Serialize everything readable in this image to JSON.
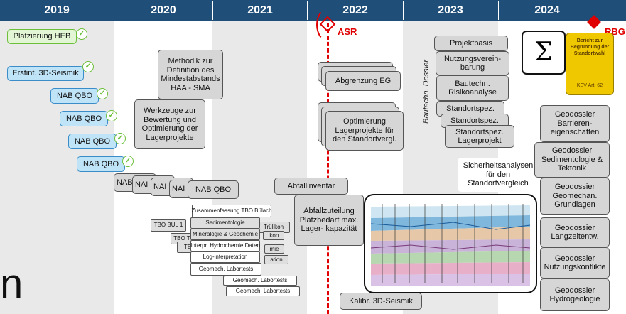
{
  "years": [
    "2019",
    "2020",
    "2021",
    "2022",
    "2023",
    "2024"
  ],
  "milestones": {
    "asr": "ASR",
    "rbg": "RBG"
  },
  "blue_boxes": [
    "Platzierung HEB",
    "Erstint. 3D-Seismik",
    "NAB QBO",
    "NAB QBO",
    "NAB QBO",
    "NAB QBO"
  ],
  "grey_stack_nab": [
    "NAB",
    "NAI",
    "NAI",
    "NAI",
    "NAB QBO"
  ],
  "methodik": "Methodik zur Definition des Mindestabstands HAA - SMA",
  "werkzeuge": "Werkzeuge zur Bewertung und Optimierung der Lagerprojekte",
  "abgrenzung": "Abgrenzung EG",
  "optimierung": "Optimierung Lagerprojekte für den Standortvergl.",
  "abfallinventar": "Abfallinventar",
  "abfallzuteilung": "Abfallzuteilung Platzbedarf max. Lager- kapazität",
  "kalibr": "Kalibr. 3D-Seismik",
  "bautechn_label": "Bautechn. Dossier",
  "bautechn_boxes": [
    "Projektbasis",
    "Nutzungsverein- barung",
    "Bautechn. Risikoanalyse",
    "Standortspez.",
    "Standortspez.",
    "Standortspez. Lagerprojekt"
  ],
  "sicherheit": "Sicherheitsanalysen für den Standortvergleich",
  "geodossiers": [
    "Geodossier Barrieren- eigenschaften",
    "Geodossier Sedimentologie & Tektonik",
    "Geodossier Geomechan. Grundlagen",
    "Geodossier Langzeitentw.",
    "Geodossier Nutzungskonflikte",
    "Geodossier Hydrogeologie"
  ],
  "report": {
    "text": "Bericht zur Begründung der Standortwahl",
    "kev": "KEV Art. 62"
  },
  "tbo": {
    "front": [
      "Zusammenfassung TBO Bülach",
      "Sedimentologie",
      "Mineralogie & Geochemie",
      "Interpr. Hydrochemie Daten",
      "Log-interpretation",
      "Geomech. Labortests"
    ],
    "back_labels": [
      "TBO BÜL 1",
      "TBO T",
      "TB",
      "Trülikon",
      "ikon",
      "mie",
      "ation",
      "Geomech. Labortests",
      "Geomech. Labortests"
    ]
  },
  "big_letter": "n",
  "colors": {
    "header": "#1f4e79",
    "red": "#e00000",
    "blue_fill": "#bfe3f7",
    "blue_border": "#3a8dc8",
    "green": "#6cbf3a",
    "grey": "#d6d6d6",
    "gold": "#f0c800"
  },
  "icons": [
    "check-icon",
    "sigma-icon",
    "milestone-diamond-icon",
    "radar-wave-icon",
    "geological-profile-image"
  ]
}
